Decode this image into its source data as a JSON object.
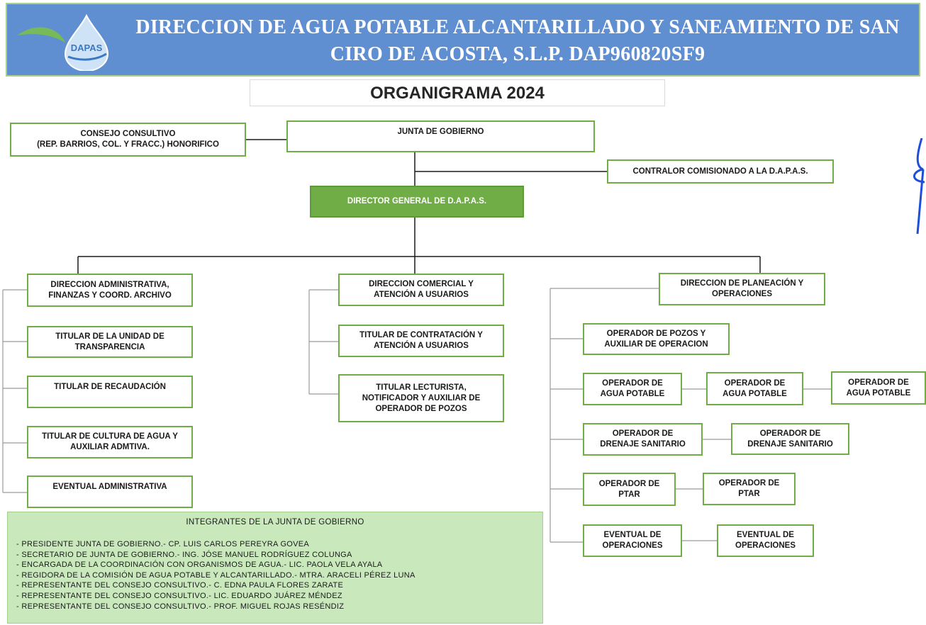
{
  "header": {
    "logo_text": "DAPAS",
    "title_line1": "DIRECCION DE AGUA POTABLE ALCANTARILLADO  Y SANEAMIENTO DE SAN",
    "title_line2": "CIRO DE ACOSTA, S.L.P. DAP960820SF9"
  },
  "title": "ORGANIGRAMA 2024",
  "colors": {
    "header_bg": "#5f8fd0",
    "green": "#70ad47",
    "members_bg": "#c9e9bd"
  },
  "org": {
    "consejo": "CONSEJO CONSULTIVO\n(REP. BARRIOS, COL. Y FRACC.) HONORIFICO",
    "junta": "JUNTA DE GOBIERNO",
    "contralor": "CONTRALOR COMISIONADO A LA D.A.P.A.S.",
    "director": "DIRECTOR GENERAL DE D.A.P.A.S.",
    "admin": {
      "head": "DIRECCION ADMINISTRATIVA,\nFINANZAS Y COORD. ARCHIVO",
      "items": [
        "TITULAR DE LA UNIDAD DE\nTRANSPARENCIA",
        "TITULAR DE RECAUDACIÓN",
        "TITULAR DE CULTURA DE AGUA Y\nAUXILIAR ADMTIVA.",
        "EVENTUAL ADMINISTRATIVA"
      ]
    },
    "comercial": {
      "head": "DIRECCION COMERCIAL Y\nATENCIÓN A USUARIOS",
      "items": [
        "TITULAR DE CONTRATACIÓN Y\nATENCIÓN A USUARIOS",
        "TITULAR LECTURISTA,\nNOTIFICADOR Y AUXILIAR DE\nOPERADOR DE POZOS"
      ]
    },
    "planeacion": {
      "head": "DIRECCION DE PLANEACIÓN Y\nOPERACIONES",
      "pozos": "OPERADOR DE POZOS Y\nAUXILIAR DE OPERACION",
      "agua": [
        "OPERADOR DE\nAGUA POTABLE",
        "OPERADOR DE\nAGUA POTABLE",
        "OPERADOR DE\nAGUA POTABLE"
      ],
      "drenaje": [
        "OPERADOR DE\nDRENAJE SANITARIO",
        "OPERADOR DE\nDRENAJE SANITARIO"
      ],
      "ptar": [
        "OPERADOR DE\nPTAR",
        "OPERADOR DE\nPTAR"
      ],
      "eventual": [
        "EVENTUAL DE\nOPERACIONES",
        "EVENTUAL DE\nOPERACIONES"
      ]
    }
  },
  "members": {
    "title": "INTEGRANTES DE LA JUNTA DE GOBIERNO",
    "items": [
      "- PRESIDENTE JUNTA DE GOBIERNO.- CP. LUIS CARLOS PEREYRA GOVEA",
      "- SECRETARIO DE JUNTA DE GOBIERNO.-  ING. JÓSE MANUEL RODRÍGUEZ COLUNGA",
      "- ENCARGADA DE LA COORDINACIÓN CON ORGANISMOS DE AGUA.- LIC. PAOLA VELA AYALA",
      "- REGIDORA DE LA COMISIÓN DE AGUA POTABLE Y ALCANTARILLADO.- MTRA. ARACELI PÉREZ LUNA",
      "- REPRESENTANTE DEL CONSEJO CONSULTIVO.- C. EDNA PAULA FLORES ZARATE",
      "- REPRESENTANTE DEL CONSEJO CONSULTIVO.- LIC. EDUARDO JUÁREZ MÉNDEZ",
      "- REPRESENTANTE DEL CONSEJO CONSULTIVO.- PROF. MIGUEL ROJAS RESÉNDIZ"
    ]
  }
}
